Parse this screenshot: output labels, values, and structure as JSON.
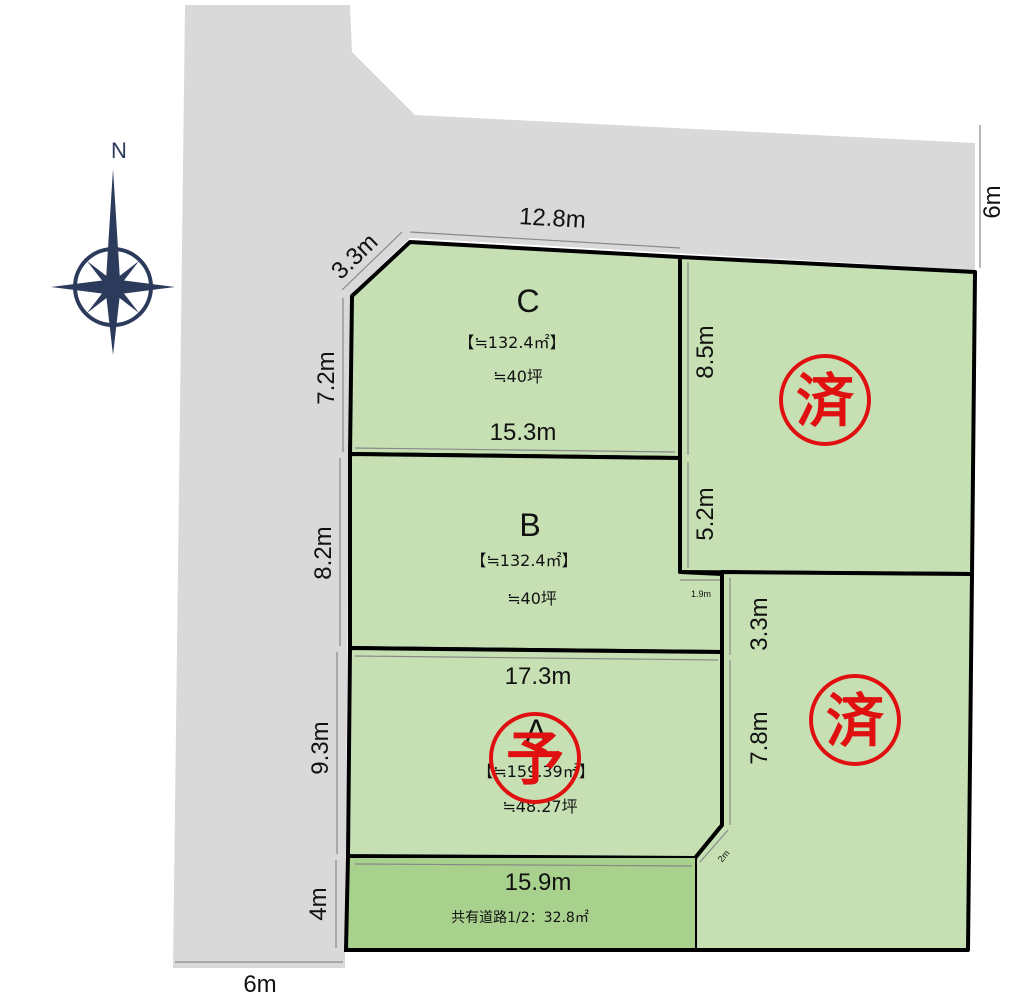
{
  "compass": {
    "label": "N"
  },
  "lots": {
    "c": {
      "letter": "C",
      "area": "【≒132.4㎡】",
      "tsubo": "≒40坪"
    },
    "b": {
      "letter": "B",
      "area": "【≒132.4㎡】",
      "tsubo": "≒40坪"
    },
    "a": {
      "letter": "A",
      "area": "【≒159.39㎡】",
      "tsubo": "≒48.27坪"
    }
  },
  "stamps": {
    "sold": "済",
    "reserved": "予"
  },
  "shared_road": {
    "label": "共有道路1/2：32.8㎡"
  },
  "dimensions": {
    "c_top": "12.8m",
    "c_corner": "3.3m",
    "c_left": "7.2m",
    "c_bottom": "15.3m",
    "b_left": "8.2m",
    "a_top": "17.3m",
    "a_left": "9.3m",
    "road_left": "4m",
    "road_top": "15.9m",
    "bottom_road": "6m",
    "north_road": "6m",
    "ne_lot_height": "8.5m",
    "notch_height": "5.2m",
    "notch_width": "1.9m",
    "se_step": "3.3m",
    "se_side": "7.8m",
    "chamfer": "2m"
  },
  "colors": {
    "road": "#d9d9d9",
    "lot": "#c6e0b4",
    "shared_road": "#a9d18e",
    "stamp": "#e01010",
    "compass": "#2c3a5c"
  }
}
